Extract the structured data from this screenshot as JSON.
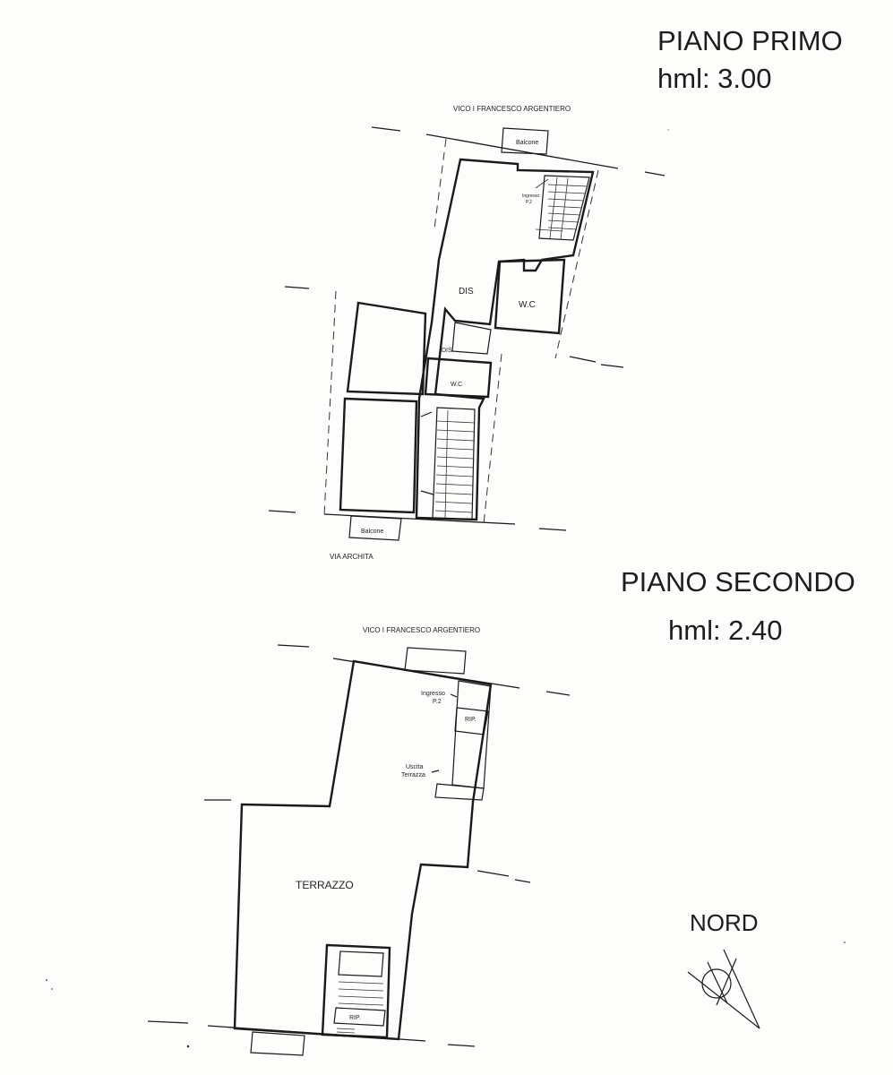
{
  "floor_first": {
    "title": "PIANO PRIMO",
    "height": "hml: 3.00",
    "street_top": "VICO I FRANCESCO ARGENTIERO",
    "street_bottom": "VIA ARCHITA",
    "rooms": {
      "balcony_top": "Balcone",
      "entrance_line1": "Ingresso",
      "entrance_line2": "P.2",
      "hall": "DIS",
      "wc_right": "W.C",
      "hall_small": "DIS.",
      "wc_center": "W.C",
      "balcony_bottom": "Balcone"
    }
  },
  "floor_second": {
    "title": "PIANO SECONDO",
    "height": "hml: 2.40",
    "street_top": "VICO I FRANCESCO ARGENTIERO",
    "rooms": {
      "entrance_line1": "Ingresso",
      "entrance_line2": "P.2",
      "storage_top": "RIP.",
      "exit_line1": "Uscita",
      "exit_line2": "Terrazza",
      "terrace": "TERRAZZO",
      "storage_bottom": "RIP."
    }
  },
  "compass": {
    "label": "NORD",
    "icon": "north-arrow-icon"
  }
}
